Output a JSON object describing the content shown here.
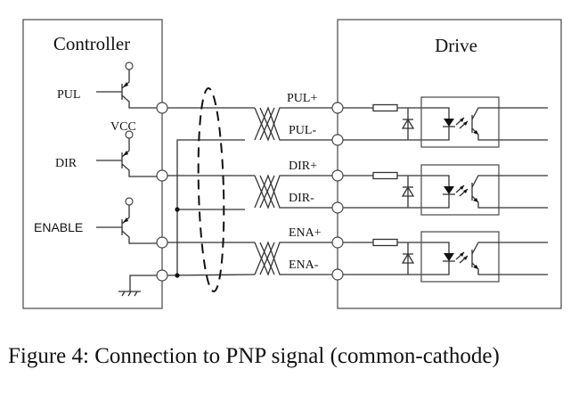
{
  "controller": {
    "title": "Controller",
    "signals": [
      {
        "label": "PUL"
      },
      {
        "label": "DIR"
      },
      {
        "label": "ENABLE"
      }
    ],
    "supply_label": "VCC"
  },
  "drive": {
    "title": "Drive",
    "terminals": [
      "PUL+",
      "PUL-",
      "DIR+",
      "DIR-",
      "ENA+",
      "ENA-"
    ]
  },
  "caption": "Figure 4: Connection to PNP signal (common-cathode)"
}
